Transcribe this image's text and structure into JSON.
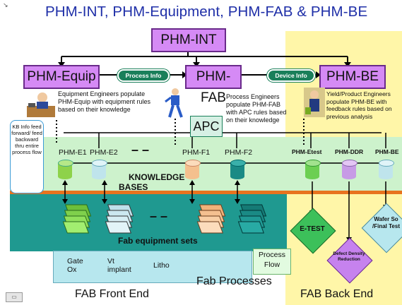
{
  "title": "PHM-INT, PHM-Equipment, PHM-FAB & PHM-BE",
  "boxes": {
    "int": "PHM-INT",
    "equip": "PHM-Equip",
    "fab": "PHM-FAB",
    "be": "PHM-BE",
    "apc": "APC"
  },
  "ovals": {
    "process_info": "Process Info",
    "device_info": "Device Info"
  },
  "descriptions": {
    "equip": "Equipment Engineers populate PHM-Equip with equipment rules based on their knowledge",
    "fab": "Process Engineers populate PHM-FAB with APC rules based on their knowledge",
    "be": "Yield/Product Engineers populate PHM-BE with feedback rules based on previous analysis"
  },
  "callout": "KB Info feed forward/ feed backward thru entire process flow",
  "nodes": {
    "e1": "PHM-E1",
    "e2": "PHM-E2",
    "dash1": "– –",
    "f1": "PHM-F1",
    "f2": "PHM-F2",
    "etest": "PHM-Etest",
    "ddr": "PHM-DDR",
    "be": "PHM-BE"
  },
  "knowledge_label": "KNOWLEDGE",
  "bases_label": "BASES",
  "dash2": "– –",
  "fab_equipment_sets": "Fab equipment sets",
  "process_flow": "Process Flow",
  "front_items": {
    "gate_ox": "Gate Ox",
    "vt_implant": "Vt implant",
    "litho": "Litho"
  },
  "bottom": {
    "fab_front_end": "FAB Front End",
    "fab_processes": "Fab Processes",
    "fab_back_end": "FAB Back End"
  },
  "back_end_items": {
    "etest": "E-TEST",
    "ddr": "Defect Density Reduction",
    "wafer": "Wafer So /Final Test"
  },
  "colors": {
    "title": "#1f2fa8",
    "phm_box": "#d58af5",
    "oval": "#1a7f5a",
    "back_end_bg": "#fff6a8",
    "green_band": "#cdf2cc",
    "teal_band": "#1f9990",
    "orange_line": "#e8731f"
  }
}
